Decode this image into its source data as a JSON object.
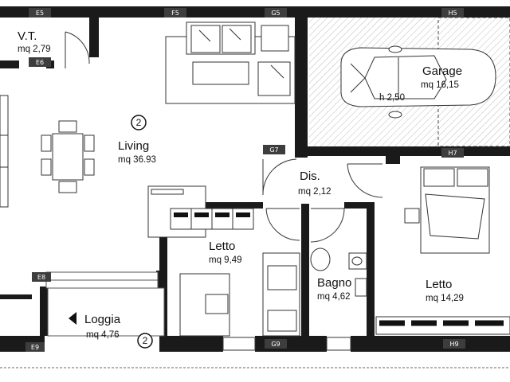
{
  "rooms": {
    "vt": {
      "name": "V.T.",
      "area": "mq 2,79"
    },
    "living": {
      "name": "Living",
      "area": "mq 36.93",
      "marker": "2"
    },
    "garage": {
      "name": "Garage",
      "area": "mq 16,15",
      "height": "h 2,50"
    },
    "dis": {
      "name": "Dis.",
      "area": "mq 2,12"
    },
    "letto1": {
      "name": "Letto",
      "area": "mq 9,49"
    },
    "bagno": {
      "name": "Bagno",
      "area": "mq 4,62"
    },
    "letto2": {
      "name": "Letto",
      "area": "mq 14,29"
    },
    "loggia": {
      "name": "Loggia",
      "area": "mq 4,76",
      "marker": "2"
    }
  },
  "tags": {
    "e5": "E5",
    "f5": "F5",
    "g5": "G5",
    "h5": "H5",
    "e6": "E6",
    "g7": "G7",
    "h7": "H7",
    "e8": "E8",
    "e9": "E9",
    "g9": "G9",
    "h9": "H9"
  },
  "colors": {
    "wall": "#1a1a1a",
    "tag_bg": "#3d3d3d",
    "garage_hatch": "#b9b9b9"
  }
}
